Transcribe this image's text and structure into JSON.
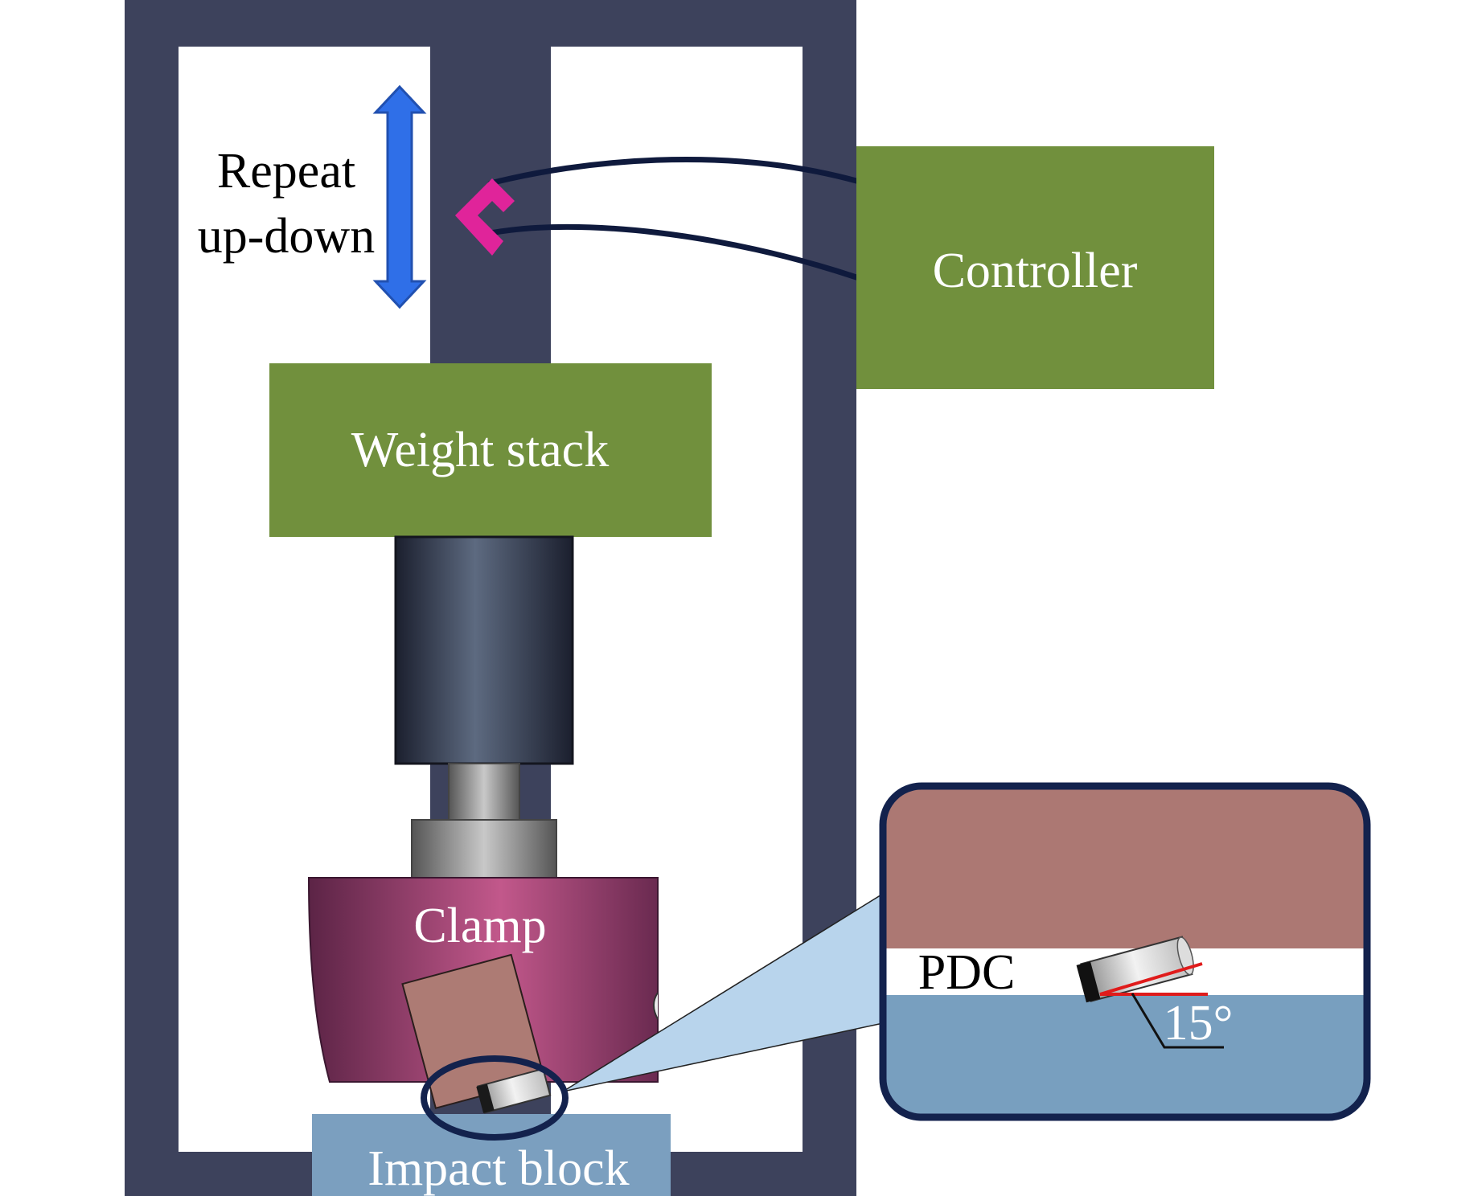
{
  "labels": {
    "repeat_line1": "Repeat",
    "repeat_line2": "up-down",
    "controller": "Controller",
    "weight_stack": "Weight stack",
    "clamp": "Clamp",
    "impact_block": "Impact block",
    "pdc": "PDC",
    "angle": "15°"
  },
  "colors": {
    "frame": "#3d425c",
    "green_box": "#71903d",
    "arrow_blue": "#2f6fe8",
    "sensor_magenta": "#e0249a",
    "cable": "#0f1a3d",
    "clamp_purple": "#9b4a79",
    "cutter_body": "#ad7b74",
    "impact_block": "#7b9fbf",
    "zoom_fill": "#b8d4ec",
    "inset_top": "#ac7873",
    "inset_bottom": "#789fbf",
    "angle_red": "#e01b1b"
  }
}
